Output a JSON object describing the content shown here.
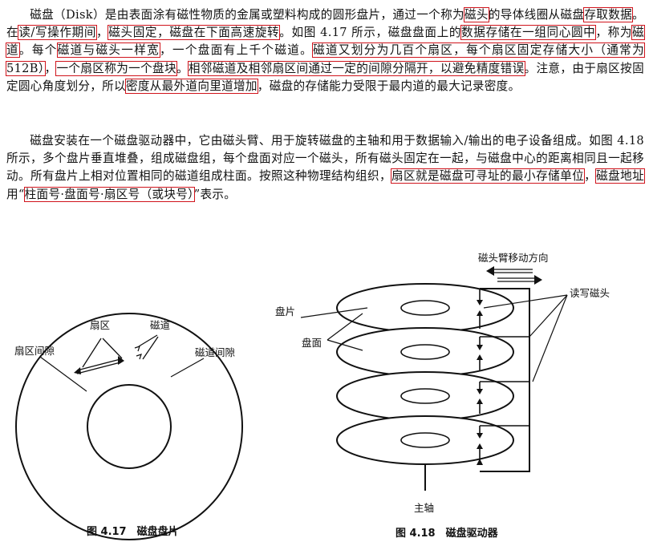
{
  "text": {
    "p1": [
      {
        "t": "磁盘（Disk）是由表面涂有磁性物质的金属或塑料构成的圆形盘片，通过一个称为"
      },
      {
        "t": "磁头",
        "hl": true
      },
      {
        "t": "的导体线圈从磁盘"
      },
      {
        "t": "存取数据",
        "hl": true
      },
      {
        "t": "。在"
      },
      {
        "t": "读/写操作期间",
        "hl": true
      },
      {
        "t": "，"
      },
      {
        "t": "磁头固定，磁盘在下面高速旋转",
        "hl": true
      },
      {
        "t": "。如图 4.17 所示，磁盘盘面上的"
      },
      {
        "t": "数据存储在一组同心圆中",
        "hl": true
      },
      {
        "t": "，称为"
      },
      {
        "t": "磁道",
        "hl": true
      },
      {
        "t": "。每个"
      },
      {
        "t": "磁道与磁头一样宽",
        "hl": true
      },
      {
        "t": "，一个盘面有上千个磁道。"
      },
      {
        "t": "磁道又划分为几百个扇区，每个扇区固定存储大小（通常为 512B）",
        "hl": true
      },
      {
        "t": "，"
      },
      {
        "t": "一个扇区称为一个盘块",
        "hl": true
      },
      {
        "t": "。"
      },
      {
        "t": "相邻磁道及相邻扇区间通过一定的间隙分隔开，以避免精度错误",
        "hl": true
      },
      {
        "t": "。注意，由于扇区按固定圆心角度划分，所以"
      },
      {
        "t": "密度从最外道向里道增加",
        "hl": true
      },
      {
        "t": "，磁盘的存储能力受限于最内道的最大记录密度。"
      }
    ],
    "p2": [
      {
        "t": "磁盘安装在一个磁盘驱动器中，它由磁头臂、用于旋转磁盘的主轴和用于数据输入/输出的电子设备组成。如图 4.18 所示，多个盘片垂直堆叠，组成磁盘组，每个盘面对应一个磁头，所有磁头固定在一起，与磁盘中心的距离相同且一起移动。所有盘片上相对位置相同的磁道组成柱面。按照这种物理结构组织，"
      },
      {
        "t": "扇区就是磁盘可寻址的最小存储单位",
        "hl": true
      },
      {
        "t": "，"
      },
      {
        "t": "磁盘地址",
        "hl": true
      },
      {
        "t": "用“"
      },
      {
        "t": "柱面号·盘面号·扇区号（或块号）",
        "hl": true
      },
      {
        "t": "”表示。"
      }
    ]
  },
  "fig17": {
    "caption": "图 4.17　磁盘盘片",
    "label_sector": "扇区",
    "label_track": "磁道",
    "label_sector_gap": "扇区间隙",
    "label_track_gap": "磁道间隙"
  },
  "fig18": {
    "caption": "图 4.18　磁盘驱动器",
    "label_arm_dir": "磁头臂移动方向",
    "label_rw_head": "读写磁头",
    "label_platter": "盘片",
    "label_surface": "盘面",
    "label_spindle": "主轴"
  },
  "colors": {
    "highlight": "#d0141c",
    "ink": "#111111"
  }
}
